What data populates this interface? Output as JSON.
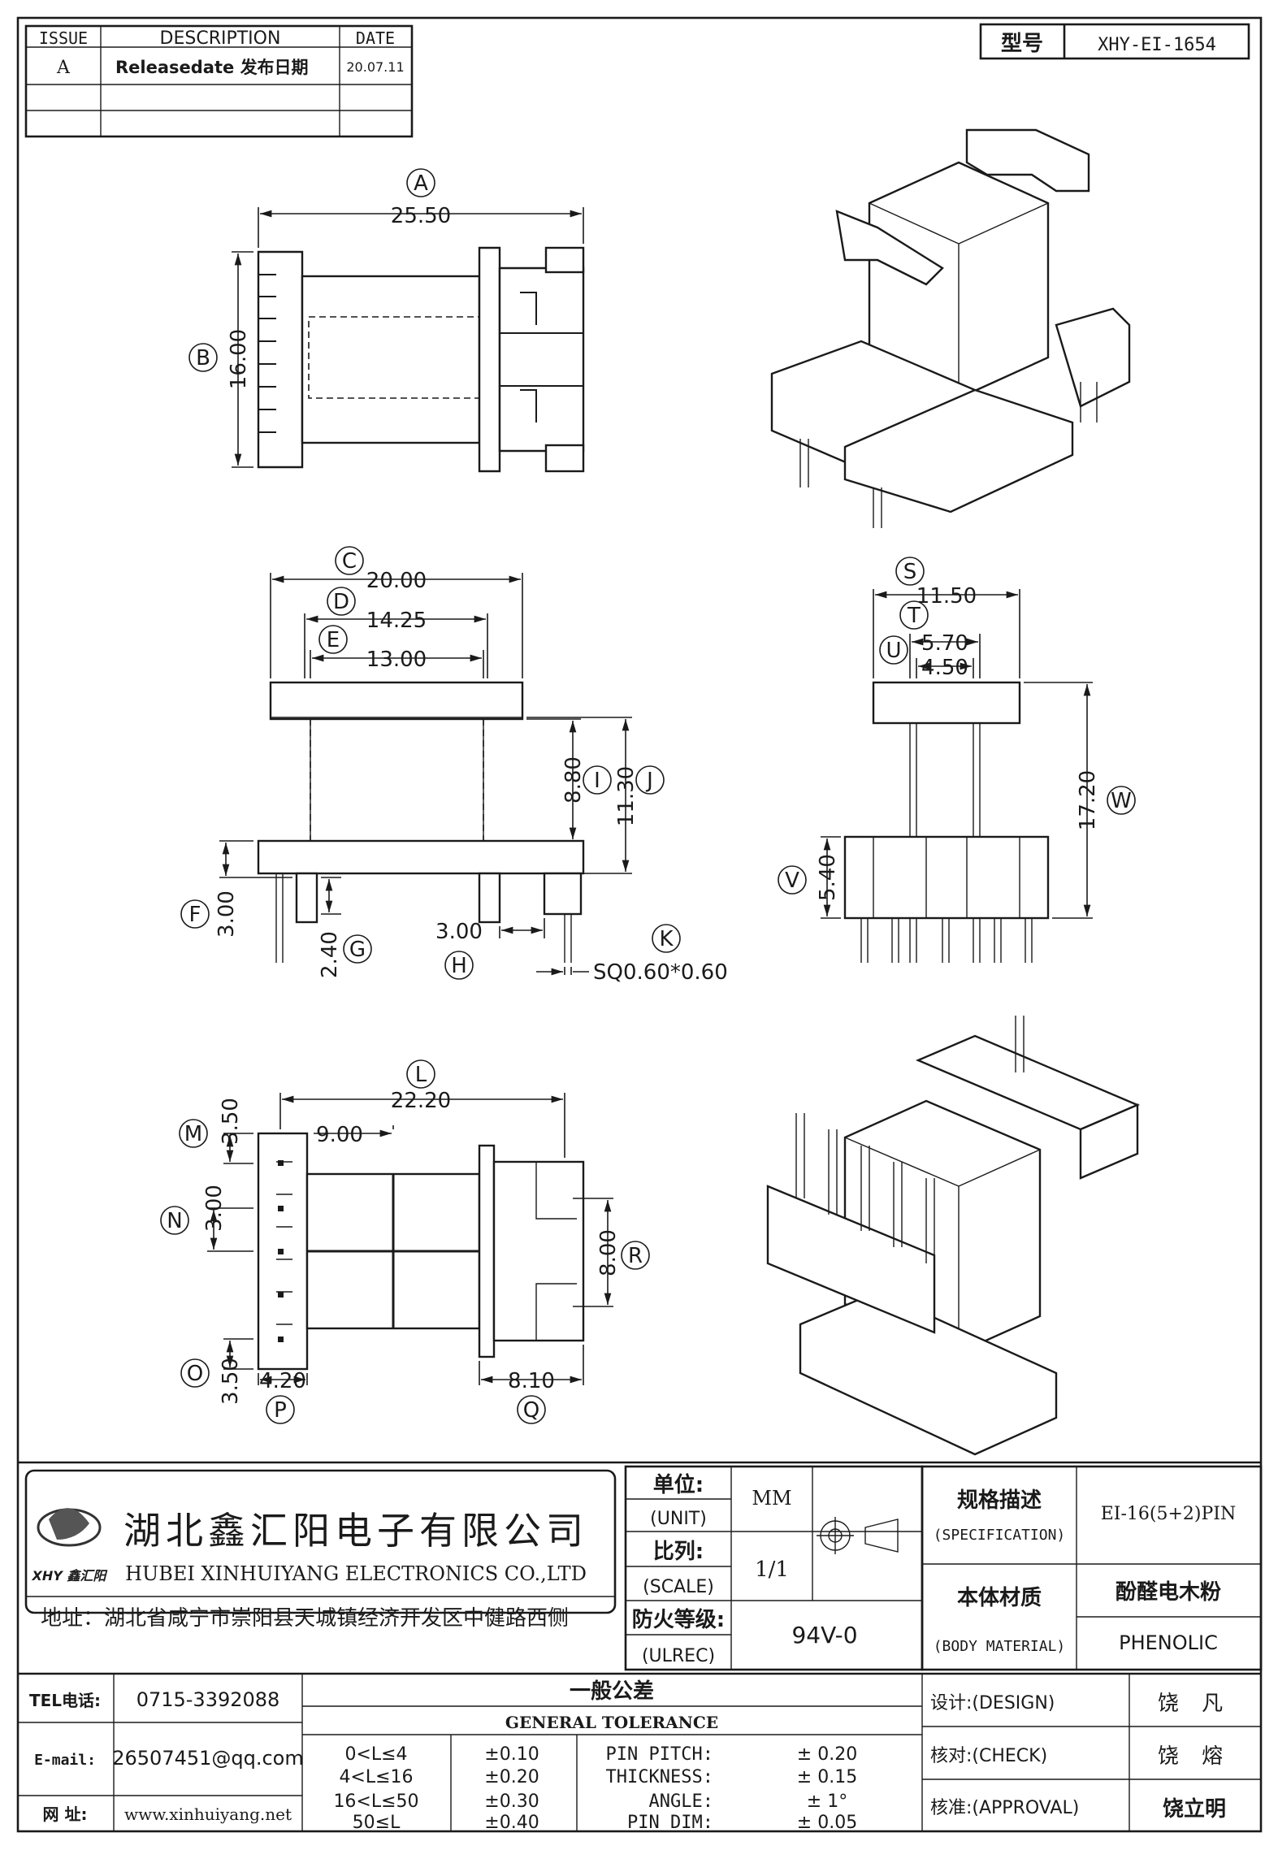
{
  "revision_table": {
    "headers": {
      "issue": "ISSUE",
      "description": "DESCRIPTION",
      "date": "DATE"
    },
    "row": {
      "issue": "A",
      "description": "Releasedate 发布日期",
      "date": "20.07.11"
    }
  },
  "model": {
    "label": "型号",
    "value": "XHY-EI-1654"
  },
  "dimensions": {
    "A": "25.50",
    "B": "16.00",
    "C": "20.00",
    "D": "14.25",
    "E": "13.00",
    "F": "3.00",
    "G": "2.40",
    "H": "3.00",
    "I": "8.80",
    "J": "11.30",
    "K": "SQ0.60*0.60",
    "L": "22.20",
    "M": "3.50",
    "N": "3.00",
    "O": "3.50",
    "P": "4.20",
    "Q": "8.10",
    "R": "8.00",
    "S": "11.50",
    "T": "5.70",
    "U": "4.50",
    "V": "5.40",
    "W": "17.20",
    "L_sub": "9.00"
  },
  "letters": [
    "A",
    "B",
    "C",
    "D",
    "E",
    "F",
    "G",
    "H",
    "I",
    "J",
    "K",
    "L",
    "M",
    "N",
    "O",
    "P",
    "Q",
    "R",
    "S",
    "T",
    "U",
    "V",
    "W"
  ],
  "company": {
    "logo_text": "XHY 鑫汇阳",
    "name_cn": "湖北鑫汇阳电子有限公司",
    "name_en": "HUBEI XINHUIYANG ELECTRONICS CO.,LTD",
    "address": "地址：湖北省咸宁市崇阳县天城镇经济开发区中健路西侧"
  },
  "title_block": {
    "unit_cn": "单位:",
    "unit_en": "(UNIT)",
    "unit_value": "MM",
    "scale_cn": "比列:",
    "scale_en": "(SCALE)",
    "scale_value": "1/1",
    "ul_cn": "防火等级:",
    "ul_en": "(ULREC)",
    "ul_value": "94V-0",
    "spec_cn": "规格描述",
    "spec_en": "(SPECIFICATION)",
    "spec_value": "EI-16(5+2)PIN",
    "material_cn": "本体材质",
    "material_en": "(BODY MATERIAL)",
    "material_value_cn": "酚醛电木粉",
    "material_value_en": "PHENOLIC"
  },
  "contact": {
    "tel_label": "TEL电话:",
    "tel": "0715-3392088",
    "email_label": "E-mail:",
    "email": "26507451@qq.com",
    "web_label": "网  址:",
    "web": "www.xinhuiyang.net"
  },
  "tolerance": {
    "title_cn": "一般公差",
    "title_en": "GENERAL TOLERANCE",
    "ranges": [
      {
        "range": "0<L≤4",
        "tol": "±0.10"
      },
      {
        "range": "4<L≤16",
        "tol": "±0.20"
      },
      {
        "range": "16<L≤50",
        "tol": "±0.30"
      },
      {
        "range": "50≤L",
        "tol": "±0.40"
      }
    ],
    "specials": [
      {
        "name": "PIN PITCH:",
        "tol": "± 0.20"
      },
      {
        "name": "THICKNESS:",
        "tol": "± 0.15"
      },
      {
        "name": "ANGLE:",
        "tol": "± 1°"
      },
      {
        "name": "PIN DIM:",
        "tol": "± 0.05"
      }
    ]
  },
  "approvals": {
    "design_label": "设计:(DESIGN)",
    "design_name": "饶 凡",
    "check_label": "核对:(CHECK)",
    "check_name": "饶 熔",
    "approval_label": "核准:(APPROVAL)",
    "approval_name": "饶立明"
  }
}
